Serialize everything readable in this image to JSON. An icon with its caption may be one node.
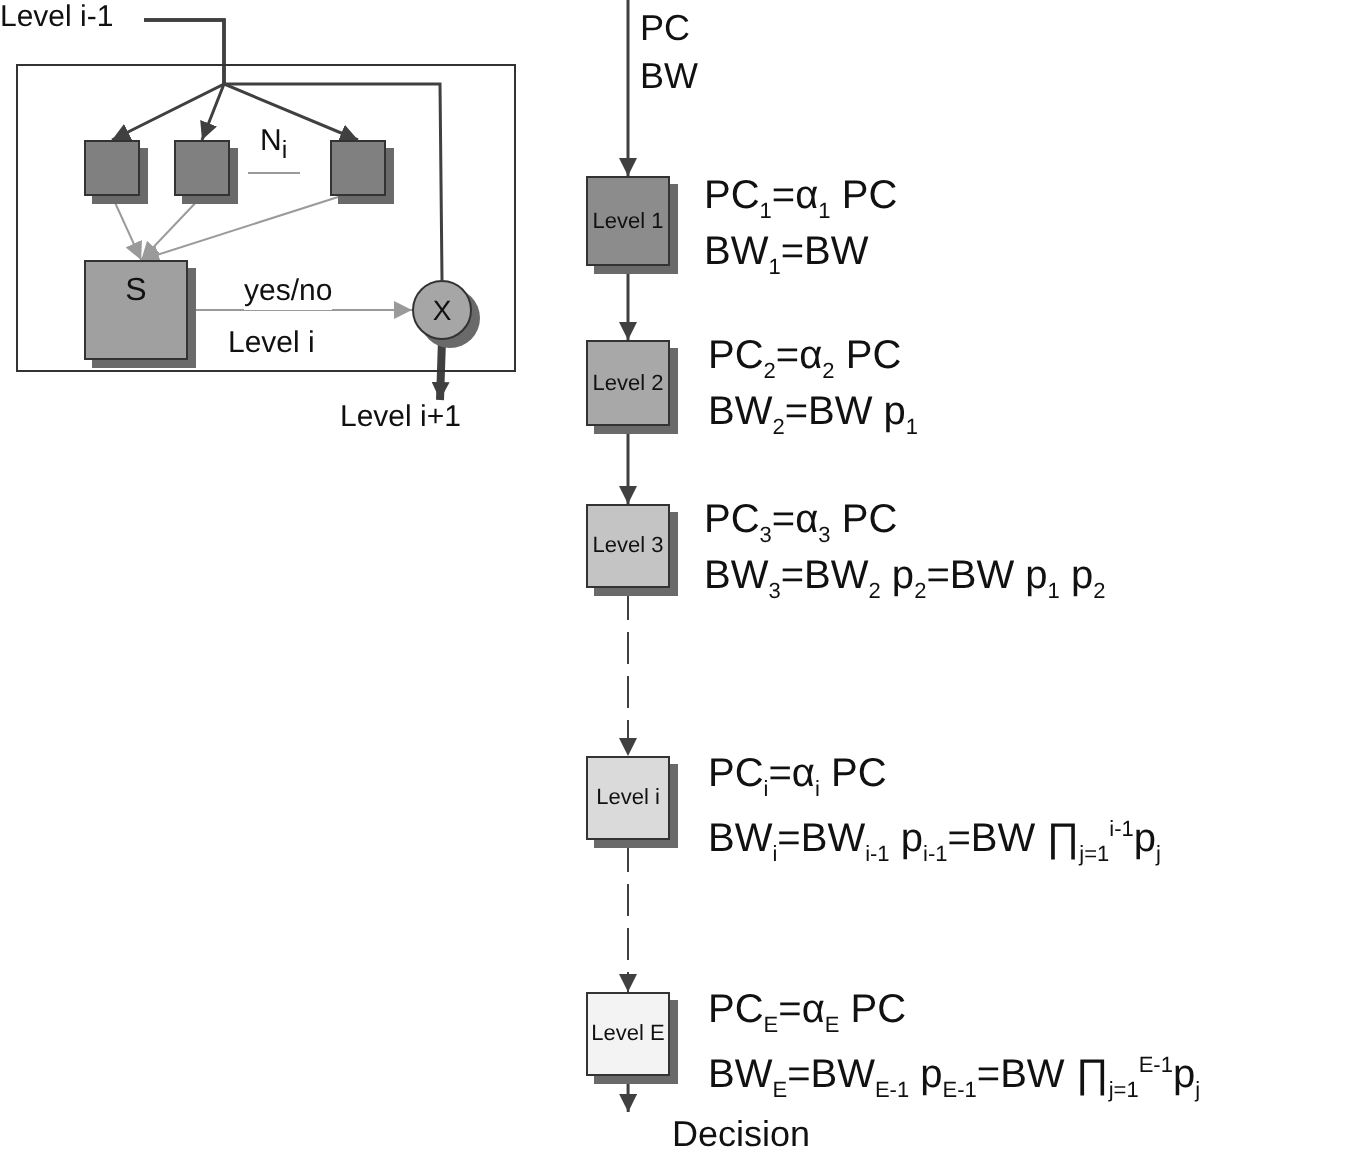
{
  "diagram": {
    "nodes": [
      {
        "text": [
          "Level i-1"
        ]
      },
      {
        "text": [
          "Level i"
        ]
      },
      {
        "text": [],
        "shape": "box",
        "in": 1
      },
      {
        "text": [],
        "shape": "box",
        "in": 1
      },
      {
        "text": [],
        "shape": "box",
        "in": 1
      },
      {
        "text": [
          "S"
        ],
        "in": 1
      },
      {
        "text": [
          "X"
        ],
        "in": 1
      },
      {
        "text": [
          "Level i+1"
        ]
      },
      {
        "text": [
          "Level 1"
        ],
        "beside": [
          "PC$_{1}$=α$_{1}$ PC",
          "BW$_{1}$=BW"
        ]
      },
      {
        "text": [
          "Level 2"
        ],
        "beside": [
          "PC$_{2}$=α$_{2}$ PC",
          "BW$_{2}$=BW p$_{1}$"
        ]
      },
      {
        "text": [
          "Level 3"
        ],
        "beside": [
          "PC$_{3}$=α$_{3}$ PC",
          "BW$_{3}$=BW$_{2}$ p$_{2}$=BW p$_{1}$ p$_{2}$"
        ]
      },
      {
        "text": [
          "Level i"
        ],
        "beside": [
          "PC$_{i}$=α$_{i}$ PC",
          "BW$_{i}$=BW$_{i-1}$ p$_{i-1}$=BW ∏$_{j=1}$$^{i-1}$p$_{j}$"
        ]
      },
      {
        "text": [
          "Level E"
        ],
        "beside": [
          "PC$_{E}$=α$_{E}$ PC",
          "BW$_{E}$=BW$_{E-1}$ p$_{E-1}$=BW ∏$_{j=1}$$^{E-1}$p$_{j}$"
        ]
      },
      {
        "text": [
          "Decision"
        ]
      }
    ],
    "edges": [
      {
        "from": 0,
        "to": 2,
        "arrow": "to"
      },
      {
        "from": 0,
        "to": 3,
        "arrow": "to"
      },
      {
        "from": 0,
        "to": 4,
        "arrow": "to"
      },
      {
        "from": 0,
        "to": 6,
        "arrow": "none"
      },
      {
        "from": 2,
        "to": 5,
        "arrow": "to",
        "color": "#9a9a9a"
      },
      {
        "from": 3,
        "to": 5,
        "arrow": "to",
        "color": "#9a9a9a"
      },
      {
        "from": 4,
        "to": 5,
        "arrow": "to",
        "color": "#9a9a9a"
      },
      {
        "from": 5,
        "to": 6,
        "label": "yes/no",
        "arrow": "to",
        "color": "#9a9a9a"
      },
      {
        "from": 6,
        "to": 7,
        "arrow": "to",
        "style": "thick"
      },
      {
        "from": null,
        "to": 8,
        "label": "PC BW",
        "arrow": "to"
      },
      {
        "from": 8,
        "to": 9,
        "arrow": "to"
      },
      {
        "from": 9,
        "to": 10,
        "arrow": "to"
      },
      {
        "from": 10,
        "to": 11,
        "arrow": "to",
        "style": "dashed"
      },
      {
        "from": 11,
        "to": 12,
        "arrow": "to",
        "style": "dashed"
      },
      {
        "from": 12,
        "to": 13,
        "arrow": "to"
      }
    ],
    "labels": [
      "N$_{i}$"
    ]
  }
}
